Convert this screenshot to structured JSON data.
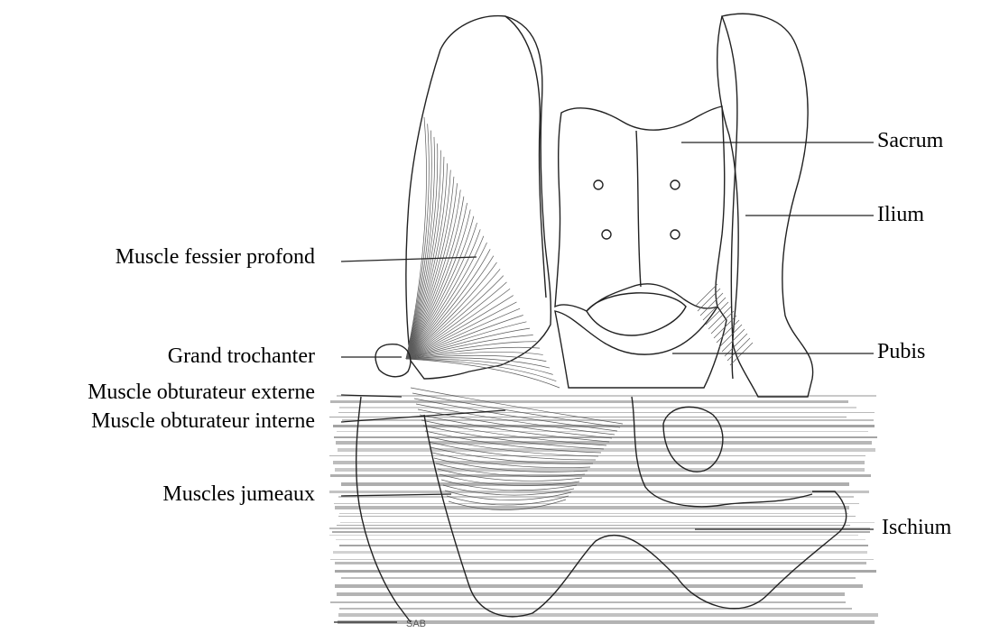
{
  "labels_right": {
    "sacrum": "Sacrum",
    "ilium": "Ilium",
    "pubis": "Pubis",
    "ischium": "Ischium"
  },
  "labels_left": {
    "fessier": "Muscle fessier profond",
    "trochanter": "Grand trochanter",
    "obt_ext": "Muscle obturateur externe",
    "obt_int": "Muscle obturateur interne",
    "jumeaux": "Muscles jumeaux"
  },
  "signature": "SAB"
}
